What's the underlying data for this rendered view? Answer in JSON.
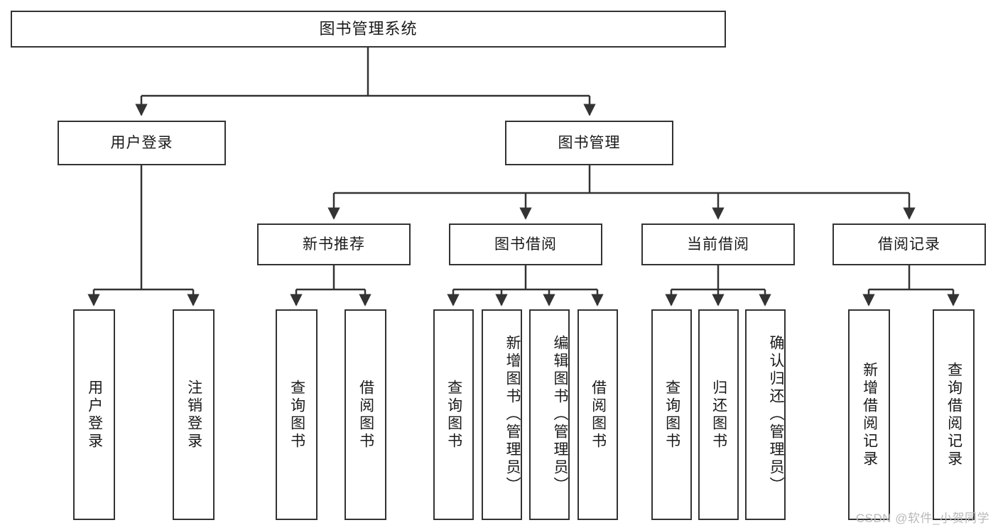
{
  "diagram": {
    "type": "tree-hierarchy",
    "title": "图书管理系统",
    "orientation": "top-down",
    "colors": {
      "box_border": "#333333",
      "box_fill": "#ffffff",
      "connector": "#333333",
      "text": "#1a1a1a",
      "watermark": "#b9b9b9",
      "background": "#ffffff"
    },
    "levels": 4,
    "root": {
      "label": "图书管理系统",
      "children": [
        {
          "label": "用户登录",
          "children": [
            {
              "label": "用户登录"
            },
            {
              "label": "注销登录"
            }
          ]
        },
        {
          "label": "图书管理",
          "children": [
            {
              "label": "新书推荐",
              "children": [
                {
                  "label": "查询图书"
                },
                {
                  "label": "借阅图书"
                }
              ]
            },
            {
              "label": "图书借阅",
              "children": [
                {
                  "label": "查询图书"
                },
                {
                  "label": "新增图书（管理员）"
                },
                {
                  "label": "编辑图书（管理员）"
                },
                {
                  "label": "借阅图书"
                }
              ]
            },
            {
              "label": "当前借阅",
              "children": [
                {
                  "label": "查询图书"
                },
                {
                  "label": "归还图书"
                },
                {
                  "label": "确认归还（管理员）"
                }
              ]
            },
            {
              "label": "借阅记录",
              "children": [
                {
                  "label": "新增借阅记录"
                },
                {
                  "label": "查询借阅记录"
                }
              ]
            }
          ]
        }
      ]
    }
  },
  "nodes": {
    "root": "图书管理系统",
    "l2_user_login": "用户登录",
    "l2_book_manage": "图书管理",
    "l3_new_book_rec": "新书推荐",
    "l3_book_borrow": "图书借阅",
    "l3_current_borrow": "当前借阅",
    "l3_borrow_record": "借阅记录",
    "leaf_user_login": "用户登录",
    "leaf_logout": "注销登录",
    "leaf_rec_query": "查询图书",
    "leaf_rec_borrow": "借阅图书",
    "leaf_bb_query": "查询图书",
    "leaf_bb_add": "新增图书（管理员）",
    "leaf_bb_edit": "编辑图书（管理员）",
    "leaf_bb_borrow": "借阅图书",
    "leaf_cb_query": "查询图书",
    "leaf_cb_return": "归还图书",
    "leaf_cb_confirm": "确认归还（管理员）",
    "leaf_br_add": "新增借阅记录",
    "leaf_br_query": "查询借阅记录"
  },
  "watermark": {
    "text": "CSDN @软件_小贺同学"
  }
}
